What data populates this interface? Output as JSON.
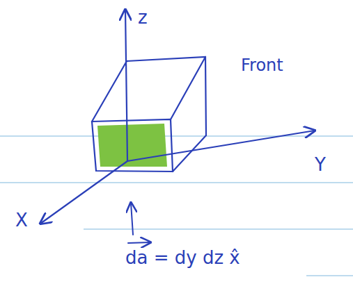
{
  "diagram": {
    "labels": [
      "z",
      "Front",
      "Y",
      "X",
      "da = dy dz x̂"
    ]
  }
}
